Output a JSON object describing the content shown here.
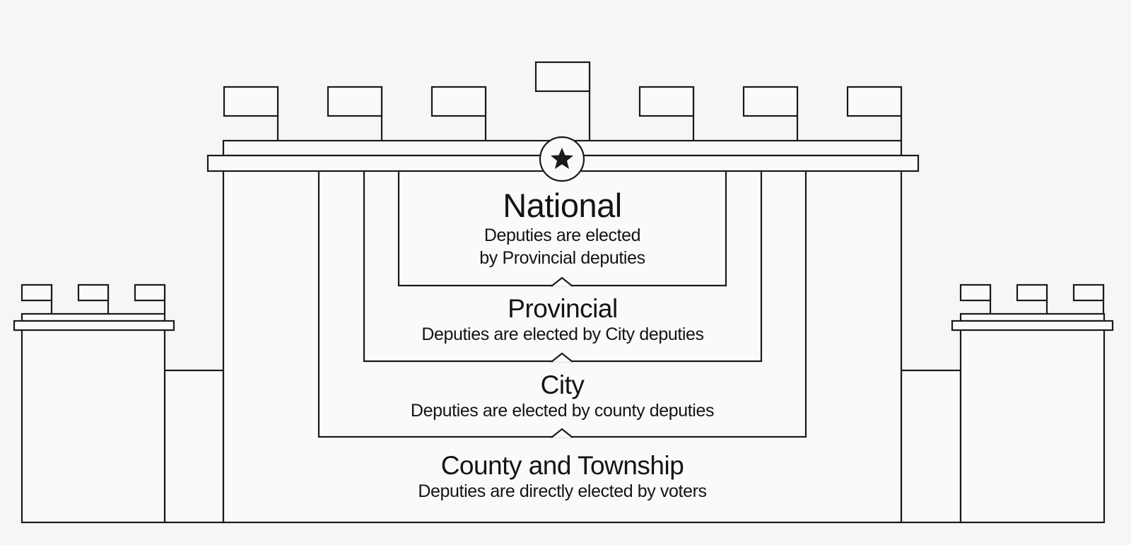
{
  "levels": {
    "national": {
      "title": "National",
      "desc": "Deputies are elected\nby Provincial deputies"
    },
    "provincial": {
      "title": "Provincial",
      "desc": "Deputies are elected by City deputies"
    },
    "city": {
      "title": "City",
      "desc": "Deputies are elected by county deputies"
    },
    "county": {
      "title": "County and Township",
      "desc": "Deputies are directly elected by voters"
    }
  },
  "emblem_icon": "star-icon",
  "colors": {
    "background": "#f8f6f4",
    "line": "#1a1a1a",
    "fill": "#fbfaf8"
  }
}
